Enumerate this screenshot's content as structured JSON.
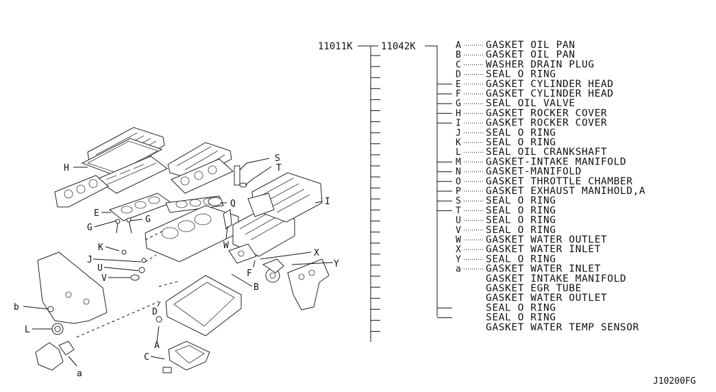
{
  "part_numbers": {
    "main": "11011K",
    "sub": "11042K"
  },
  "diagram_code": "J10200FG",
  "callouts": [
    {
      "key": "H",
      "text": "H"
    },
    {
      "key": "S",
      "text": "S"
    },
    {
      "key": "T",
      "text": "T"
    },
    {
      "key": "I",
      "text": "I"
    },
    {
      "key": "Q",
      "text": "Q"
    },
    {
      "key": "E",
      "text": "E"
    },
    {
      "key": "G1",
      "text": "G"
    },
    {
      "key": "G2",
      "text": "G"
    },
    {
      "key": "W",
      "text": "W"
    },
    {
      "key": "K",
      "text": "K"
    },
    {
      "key": "J",
      "text": "J"
    },
    {
      "key": "X",
      "text": "X"
    },
    {
      "key": "U",
      "text": "U"
    },
    {
      "key": "Y",
      "text": "Y"
    },
    {
      "key": "V",
      "text": "V"
    },
    {
      "key": "F",
      "text": "F"
    },
    {
      "key": "B",
      "text": "B"
    },
    {
      "key": "b",
      "text": "b"
    },
    {
      "key": "D",
      "text": "D"
    },
    {
      "key": "L",
      "text": "L"
    },
    {
      "key": "A",
      "text": "A"
    },
    {
      "key": "C",
      "text": "C"
    },
    {
      "key": "a",
      "text": "a"
    }
  ],
  "legend": [
    {
      "code": "A",
      "desc": "GASKET OIL PAN",
      "tick": false
    },
    {
      "code": "B",
      "desc": "GASKET OIL PAN",
      "tick": false
    },
    {
      "code": "C",
      "desc": "WASHER DRAIN PLUG",
      "tick": false
    },
    {
      "code": "D",
      "desc": "SEAL O RING",
      "tick": false
    },
    {
      "code": "E",
      "desc": "GASKET CYLINDER HEAD",
      "tick": true
    },
    {
      "code": "F",
      "desc": "GASKET CYLINDER HEAD",
      "tick": true
    },
    {
      "code": "G",
      "desc": "SEAL OIL VALVE",
      "tick": true
    },
    {
      "code": "H",
      "desc": "GASKET ROCKER COVER",
      "tick": true
    },
    {
      "code": "I",
      "desc": "GASKET ROCKER COVER",
      "tick": true
    },
    {
      "code": "J",
      "desc": "SEAL O RING",
      "tick": false
    },
    {
      "code": "K",
      "desc": "SEAL O RING",
      "tick": false
    },
    {
      "code": "L",
      "desc": "SEAL OIL CRANKSHAFT",
      "tick": false
    },
    {
      "code": "M",
      "desc": "GASKET-INTAKE MANIFOLD",
      "tick": true
    },
    {
      "code": "N",
      "desc": "GASKET-MANIFOLD",
      "tick": true
    },
    {
      "code": "O",
      "desc": "GASKET THROTTLE CHAMBER",
      "tick": true
    },
    {
      "code": "P",
      "desc": "GASKET EXHAUST MANIHOLD,A",
      "tick": true
    },
    {
      "code": "S",
      "desc": "SEAL O RING",
      "tick": true
    },
    {
      "code": "T",
      "desc": "SEAL O RING",
      "tick": true
    },
    {
      "code": "U",
      "desc": "SEAL O RING",
      "tick": false
    },
    {
      "code": "V",
      "desc": "SEAL O RING",
      "tick": false
    },
    {
      "code": "W",
      "desc": "GASKET WATER OUTLET",
      "tick": false
    },
    {
      "code": "X",
      "desc": "GASKET WATER INLET",
      "tick": false
    },
    {
      "code": "Y",
      "desc": "SEAL O RING",
      "tick": false
    },
    {
      "code": "a",
      "desc": "GASKET WATER INLET",
      "tick": false
    },
    {
      "code": "",
      "desc": "GASKET INTAKE MANIFOLD",
      "tick": false
    },
    {
      "code": "",
      "desc": "GASKET EGR TUBE",
      "tick": false
    },
    {
      "code": "",
      "desc": "GASKET WATER OUTLET",
      "tick": false
    },
    {
      "code": "",
      "desc": "SEAL O RING",
      "tick": true
    },
    {
      "code": "",
      "desc": "SEAL O RING",
      "tick": true
    },
    {
      "code": "",
      "desc": "GASKET WATER TEMP SENSOR",
      "tick": false
    }
  ]
}
